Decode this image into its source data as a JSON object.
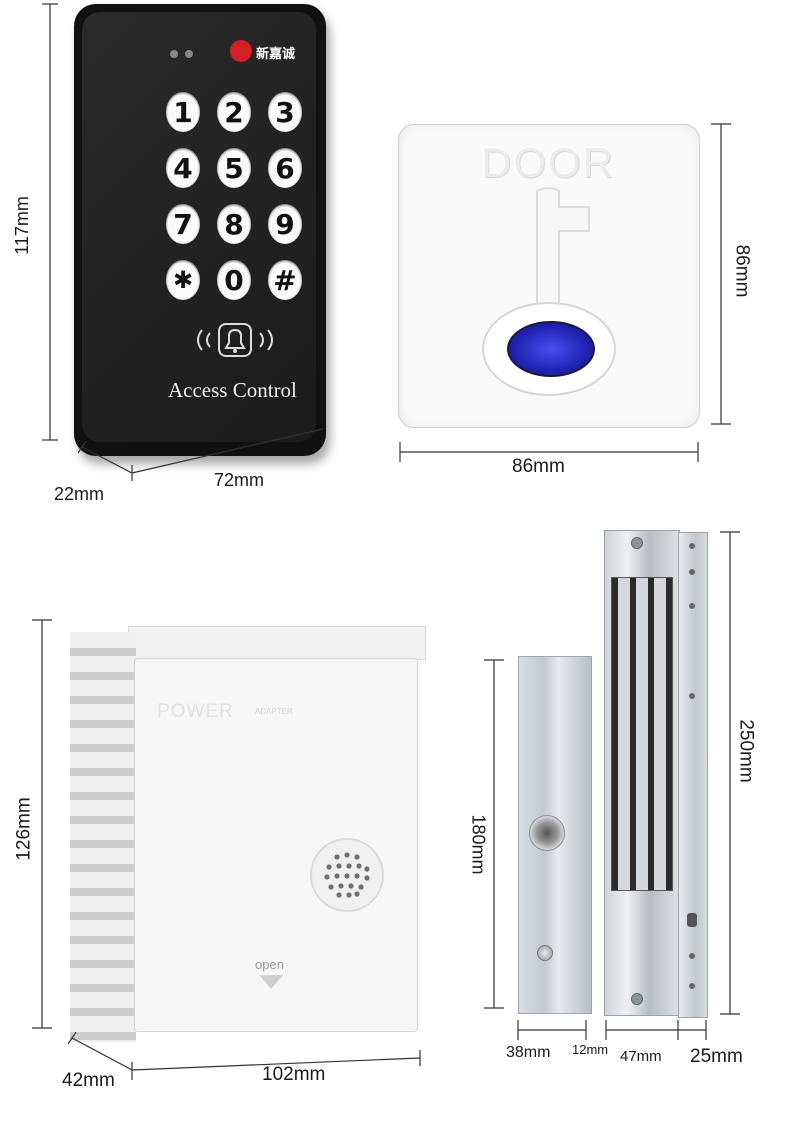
{
  "keypad": {
    "brand": "新嘉诚",
    "keys": [
      "1",
      "2",
      "3",
      "4",
      "5",
      "6",
      "7",
      "8",
      "9",
      "✱",
      "0",
      "#"
    ],
    "label": "Access Control",
    "height": "117mm",
    "width": "72mm",
    "depth": "22mm"
  },
  "exit_button": {
    "label": "DOOR",
    "width": "86mm",
    "height": "86mm"
  },
  "power_supply": {
    "label": "POWER",
    "sublabel": "ADAPTER",
    "open_label": "open",
    "height": "126mm",
    "width": "102mm",
    "depth": "42mm"
  },
  "magnetic_lock": {
    "armature_height": "180mm",
    "armature_width": "38mm",
    "armature_depth": "12mm",
    "lock_height": "250mm",
    "lock_width": "47mm",
    "lock_depth": "25mm"
  },
  "colors": {
    "keypad_body": "#1d1d1d",
    "led_blue": "#2a2fd6",
    "panel_white": "#f4f4f4",
    "metal": "#c9ced4"
  }
}
